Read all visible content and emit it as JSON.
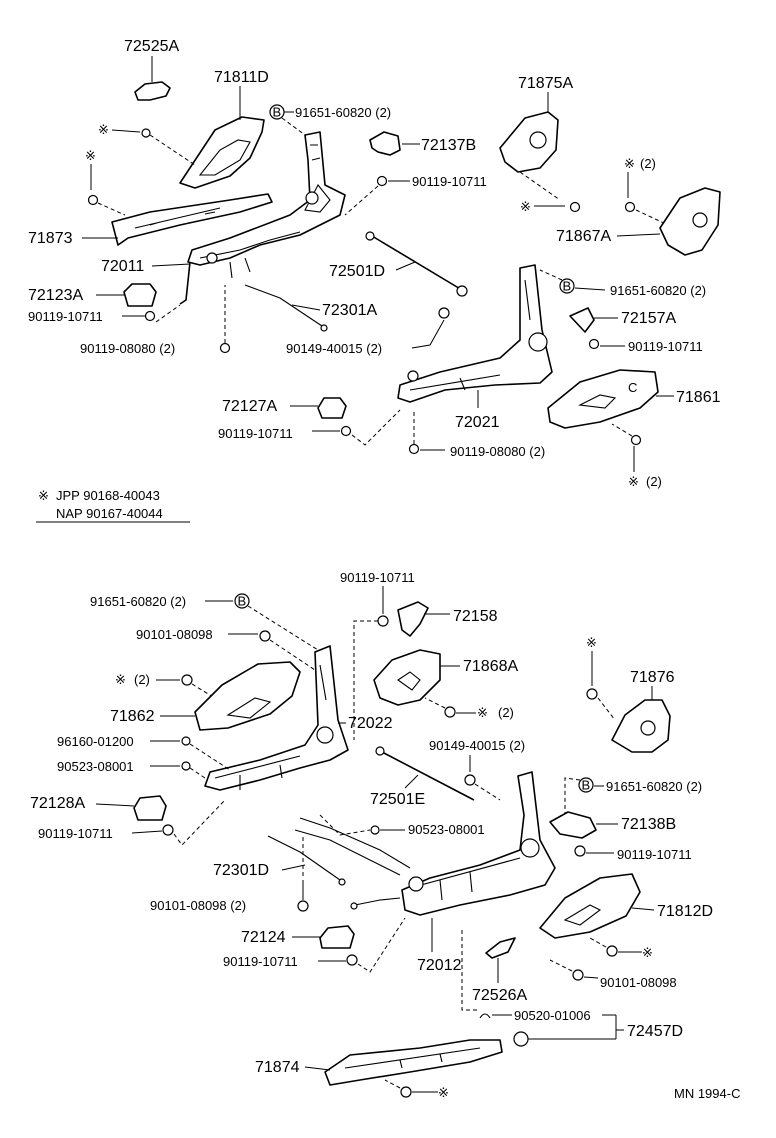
{
  "labels": {
    "p72525A": "72525A",
    "p71811D": "71811D",
    "p91651_1": "91651-60820 (2)",
    "p71875A": "71875A",
    "p72137B": "72137B",
    "p90119_1": "90119-10711",
    "p71867A": "71867A",
    "p2a": "(2)",
    "p71873": "71873",
    "p72011": "72011",
    "p72501D": "72501D",
    "p91651_2": "91651-60820 (2)",
    "p72123A": "72123A",
    "p90119_2": "90119-10711",
    "p72301A": "72301A",
    "p72157A": "72157A",
    "p90119_08080_1": "90119-08080 (2)",
    "p90149_1": "90149-40015 (2)",
    "p90119_3": "90119-10711",
    "p72127A": "72127A",
    "p71861": "71861",
    "p90119_4": "90119-10711",
    "p72021": "72021",
    "p90119_08080_2": "90119-08080 (2)",
    "p2b": "(2)",
    "note1": "JPP 90168-40043",
    "note2": "NAP 90167-40044",
    "q90119_1": "90119-10711",
    "q91651_1": "91651-60820 (2)",
    "q72158": "72158",
    "q90101_1": "90101-08098",
    "q71868A": "71868A",
    "q71876": "71876",
    "q2a": "(2)",
    "q71862": "71862",
    "q2b": "(2)",
    "q72022": "72022",
    "q96160": "96160-01200",
    "q90149": "90149-40015 (2)",
    "q90523_1": "90523-08001",
    "q72501E": "72501E",
    "q91651_2": "91651-60820 (2)",
    "q72128A": "72128A",
    "q90523_2": "90523-08001",
    "q90119_2": "90119-10711",
    "q72138B": "72138B",
    "q90119_3": "90119-10711",
    "q72301D": "72301D",
    "q71812D": "71812D",
    "q90101_2": "90101-08098 (2)",
    "q72124": "72124",
    "q90119_4": "90119-10711",
    "q72012": "72012",
    "q90101_3": "90101-08098",
    "q72526A": "72526A",
    "q90520": "90520-01006",
    "q72457D": "72457D",
    "q71874": "71874",
    "footer": "MN 1994-C"
  },
  "symbols": {
    "note_mark": "※",
    "b_mark": "B",
    "c_mark": "C"
  }
}
